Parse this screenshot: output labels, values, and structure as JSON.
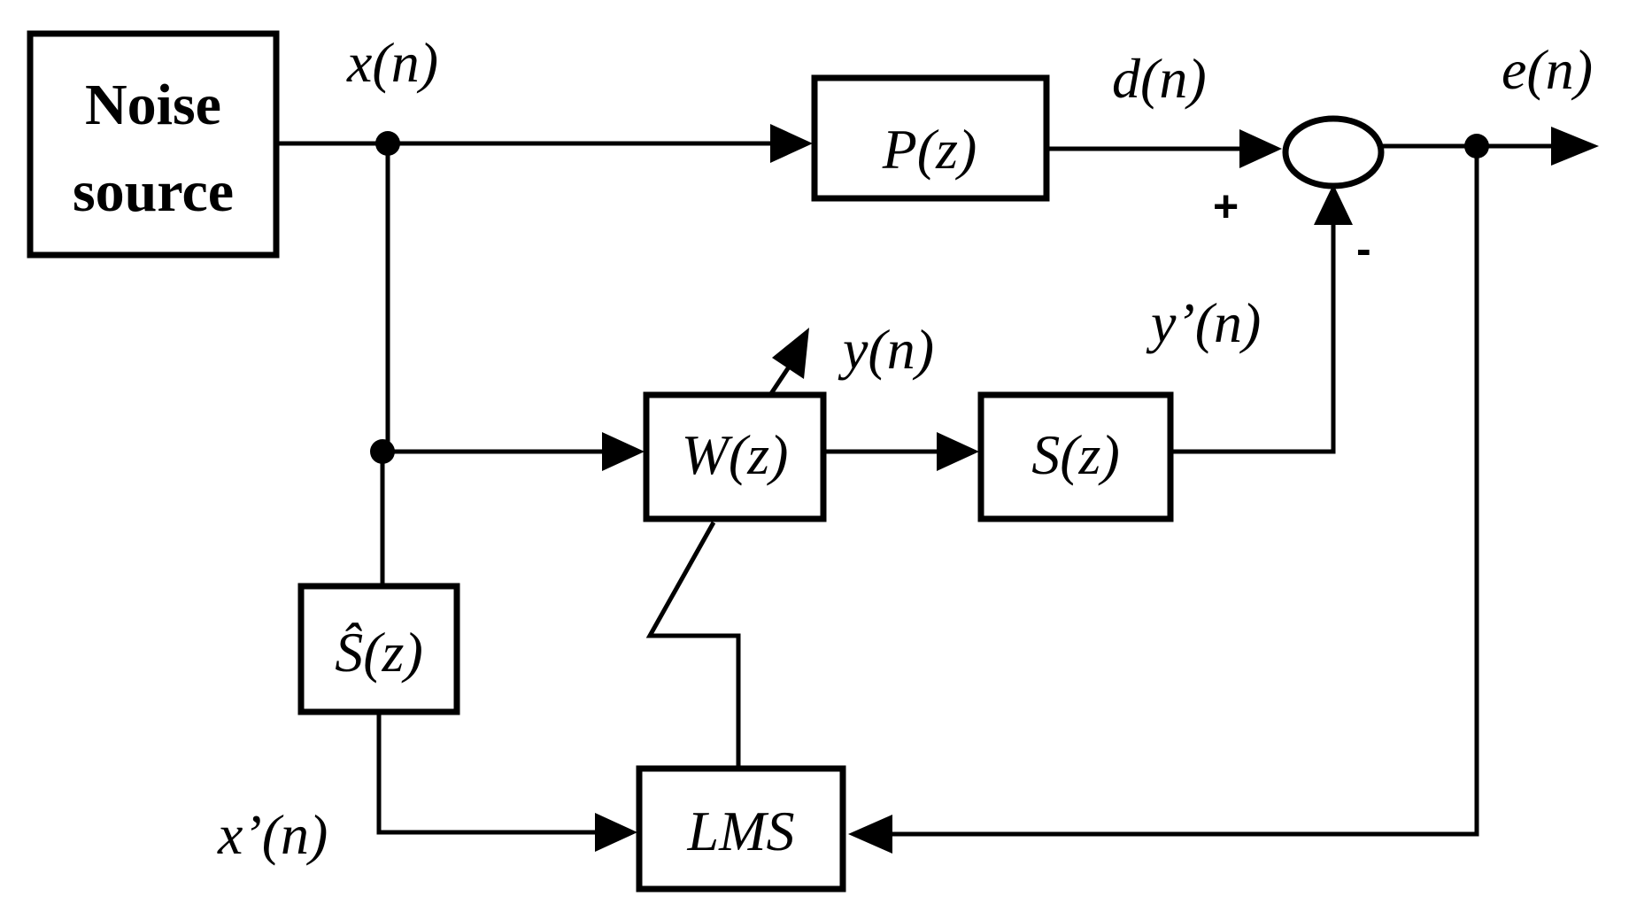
{
  "blocks": {
    "noise_source": [
      "Noise",
      "source"
    ],
    "primary_path": "P(z)",
    "adaptive_filter": "W(z)",
    "secondary_path": "S(z)",
    "secondary_estimate": "Ŝ(z)",
    "lms": "LMS"
  },
  "signals": {
    "reference": "x(n)",
    "desired": "d(n)",
    "error": "e(n)",
    "filter_output": "y(n)",
    "secondary_output": "y’(n)",
    "filtered_reference": "x’(n)"
  },
  "summing_junction": {
    "plus": "+",
    "minus": "-"
  }
}
